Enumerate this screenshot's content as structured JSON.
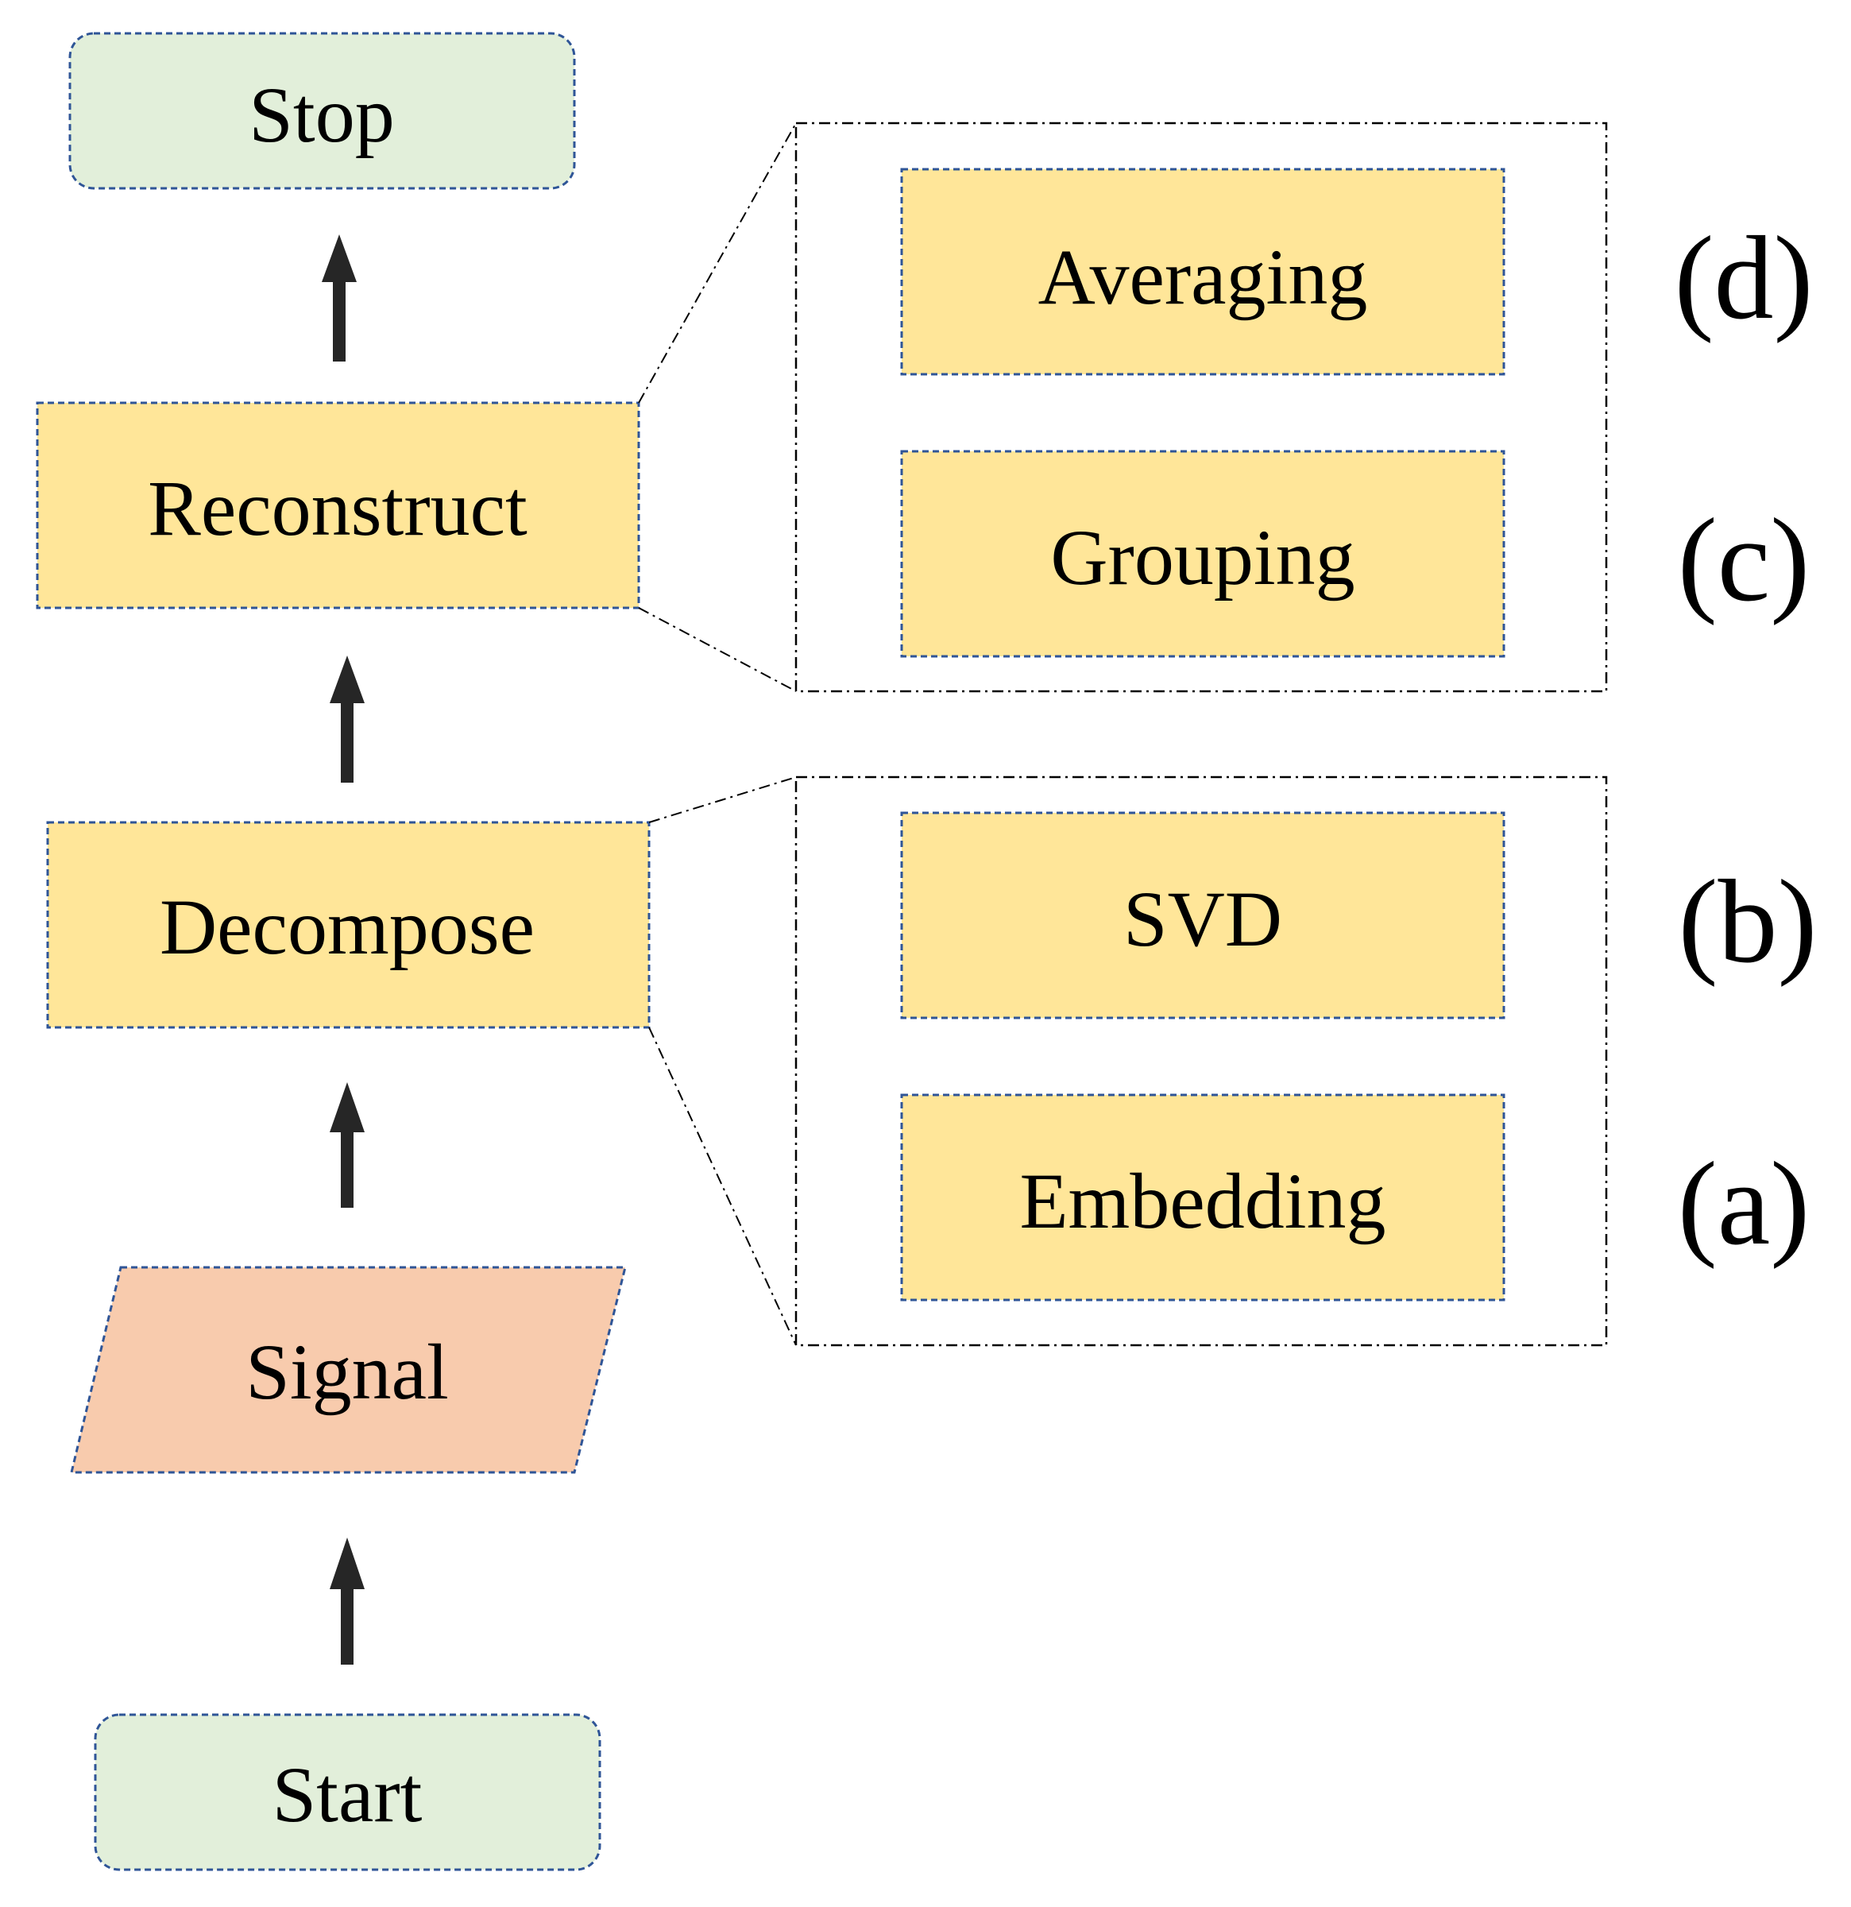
{
  "colors": {
    "terminal_fill": "#E2EFDA",
    "process_fill": "#FFE699",
    "io_fill": "#F8CBAD",
    "box_border": "#2F5597",
    "arrow": "#262626",
    "group_border": "#000000"
  },
  "flow": {
    "start": "Start",
    "signal": "Signal",
    "decompose": "Decompose",
    "reconstruct": "Reconstruct",
    "stop": "Stop"
  },
  "reconstruct_detail": {
    "steps": [
      "Averaging",
      "Grouping"
    ],
    "labels": [
      "(d)",
      "(c)"
    ]
  },
  "decompose_detail": {
    "steps": [
      "SVD",
      "Embedding"
    ],
    "labels": [
      "(b)",
      "(a)"
    ]
  }
}
